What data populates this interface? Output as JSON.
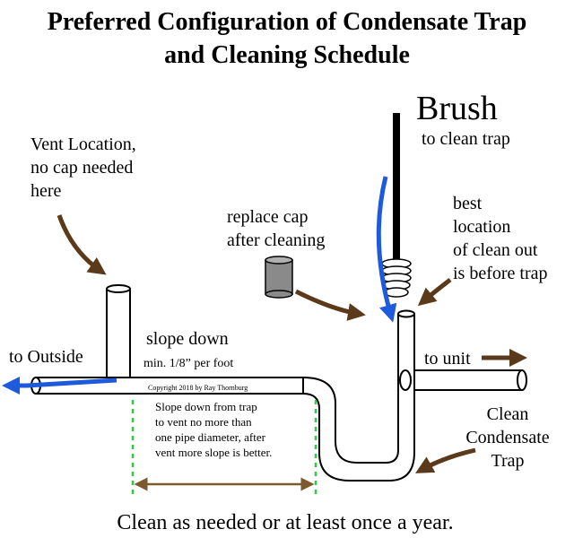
{
  "title": {
    "line1": "Preferred Configuration of Condensate Trap",
    "line2": "and Cleaning Schedule"
  },
  "labels": {
    "vent_location": [
      "Vent Location,",
      "no cap needed",
      "here"
    ],
    "replace_cap": [
      "replace cap",
      "after cleaning"
    ],
    "brush_title": "Brush",
    "brush_sub": "to clean trap",
    "best_location": [
      "best",
      "location",
      "of clean out",
      "is before trap"
    ],
    "to_outside": "to Outside",
    "slope_down": "slope down",
    "slope_rate": "min. 1/8” per foot",
    "copyright": "Copyright 2018 by Ray Thornburg",
    "to_unit": "to unit",
    "slope_note": [
      "Slope down from trap",
      "to vent no more than",
      "one pipe diameter, after",
      "vent more slope is better."
    ],
    "clean_trap": [
      "Clean",
      "Condensate",
      "Trap"
    ],
    "footer": "Clean as needed or at least once a year."
  },
  "colors": {
    "arrow_brown": "#5a3a1a",
    "flow_blue": "#1e5adc",
    "guide_green": "#2ecc40",
    "brush": "#000000",
    "cap_gray": "#8a8a8a",
    "dimension_brown": "#7b5a2e"
  }
}
